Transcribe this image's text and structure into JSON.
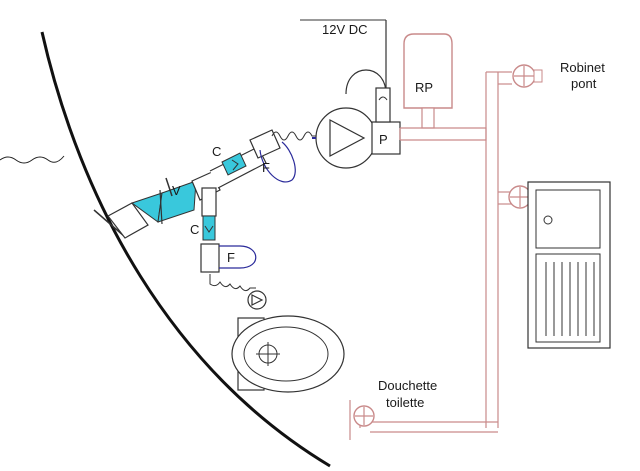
{
  "labels": {
    "power": "12V DC",
    "reservoir": "RP",
    "pump": "P",
    "tap_deck_line1": "Robinet",
    "tap_deck_line2": "pont",
    "shower_line1": "Douchette",
    "shower_line2": "toilette",
    "check_upper": "C",
    "check_lower": "C",
    "filter_upper": "F",
    "filter_lower": "F",
    "valve": "V"
  },
  "colors": {
    "line": "#333333",
    "pipe_red": "#c98a8a",
    "accent_cyan": "#39c8dc",
    "hull": "#111111",
    "wire_blue": "#2a2a9a"
  }
}
